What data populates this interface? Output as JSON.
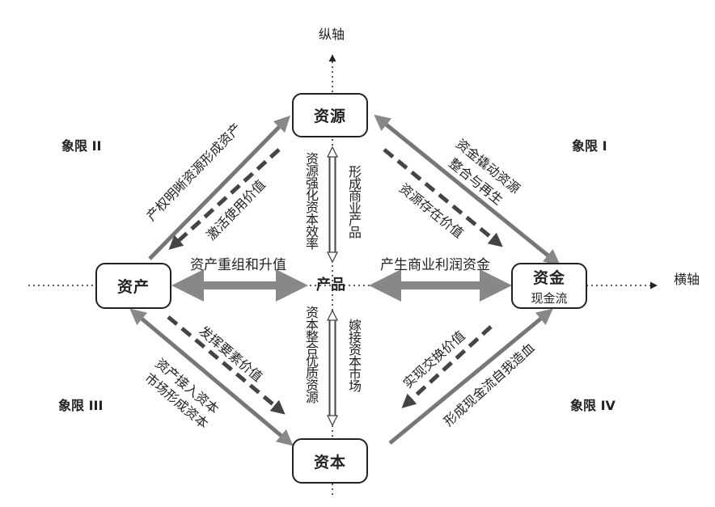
{
  "axes": {
    "vertical": "纵轴",
    "horizontal": "横轴"
  },
  "quadrants": {
    "q1": "象限 I",
    "q2": "象限 II",
    "q3": "象限 III",
    "q4": "象限 IV"
  },
  "nodes": {
    "resource": "资源",
    "asset": "资产",
    "product": "产品",
    "fund": "资金",
    "fund_sub": "现金流",
    "capital": "资本"
  },
  "edges": {
    "q2_solid": "产权明晰资源形成资产",
    "q2_dashed": "激活使用价值",
    "q1_solid_line1": "资金撬动资源",
    "q1_solid_line2": "整合与再生",
    "q1_dashed": "资源存在价值",
    "q3_dashed": "发挥要素价值",
    "q3_solid_line1": "资产接入资本",
    "q3_solid_line2": "市场形成资本",
    "q4_dashed": "实现交换价值",
    "q4_solid": "形成现金流自我造血",
    "h_left": "资产重组和升值",
    "h_right": "产生商业利润资金",
    "v_top_left": "资源强化资本效率",
    "v_top_right": "形成商业产品",
    "v_bottom_left": "资本整合优质资源",
    "v_bottom_right": "嫁接资本市场"
  },
  "colors": {
    "arrow_gray": "#888888",
    "dashed": "#444444",
    "border": "#222222"
  }
}
